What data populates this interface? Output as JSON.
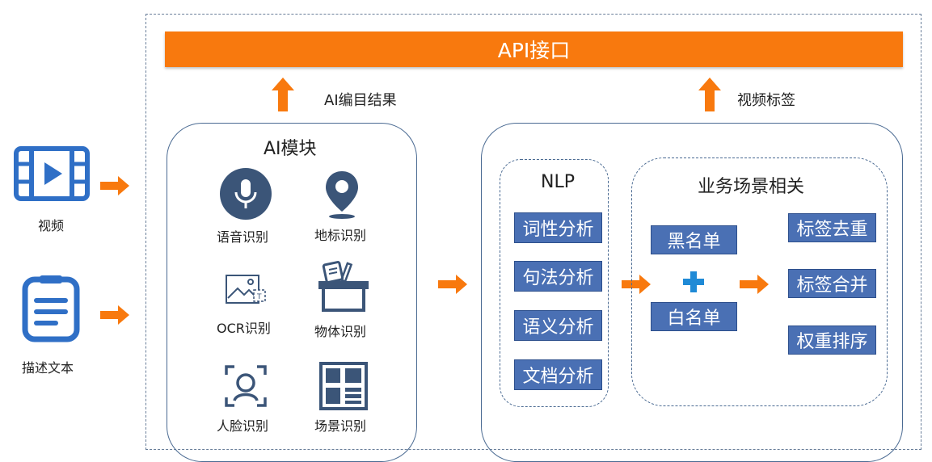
{
  "api_bar": {
    "label": "API接口"
  },
  "arrow_labels": {
    "ai_result": "AI编目结果",
    "video_tags": "视频标签"
  },
  "inputs": [
    {
      "label": "视频",
      "icon": "video-icon"
    },
    {
      "label": "描述文本",
      "icon": "document-icon"
    }
  ],
  "ai_module": {
    "title": "AI模块",
    "items": [
      {
        "label": "语音识别",
        "icon": "microphone-icon"
      },
      {
        "label": "地标识别",
        "icon": "location-pin-icon"
      },
      {
        "label": "OCR识别",
        "icon": "ocr-image-icon"
      },
      {
        "label": "物体识别",
        "icon": "object-basket-icon"
      },
      {
        "label": "人脸识别",
        "icon": "face-scan-icon"
      },
      {
        "label": "场景识别",
        "icon": "scene-grid-icon"
      }
    ]
  },
  "nlp": {
    "title": "NLP",
    "items": [
      "词性分析",
      "句法分析",
      "语义分析",
      "文档分析"
    ]
  },
  "business": {
    "title": "业务场景相关",
    "lists": [
      "黑名单",
      "白名单"
    ],
    "outputs": [
      "标签去重",
      "标签合并",
      "权重排序"
    ]
  },
  "colors": {
    "accent": "#f8790e",
    "tag_blue": "#4a70b4",
    "border_blue": "#4a6a92",
    "icon_blue": "#2f6fc6"
  }
}
